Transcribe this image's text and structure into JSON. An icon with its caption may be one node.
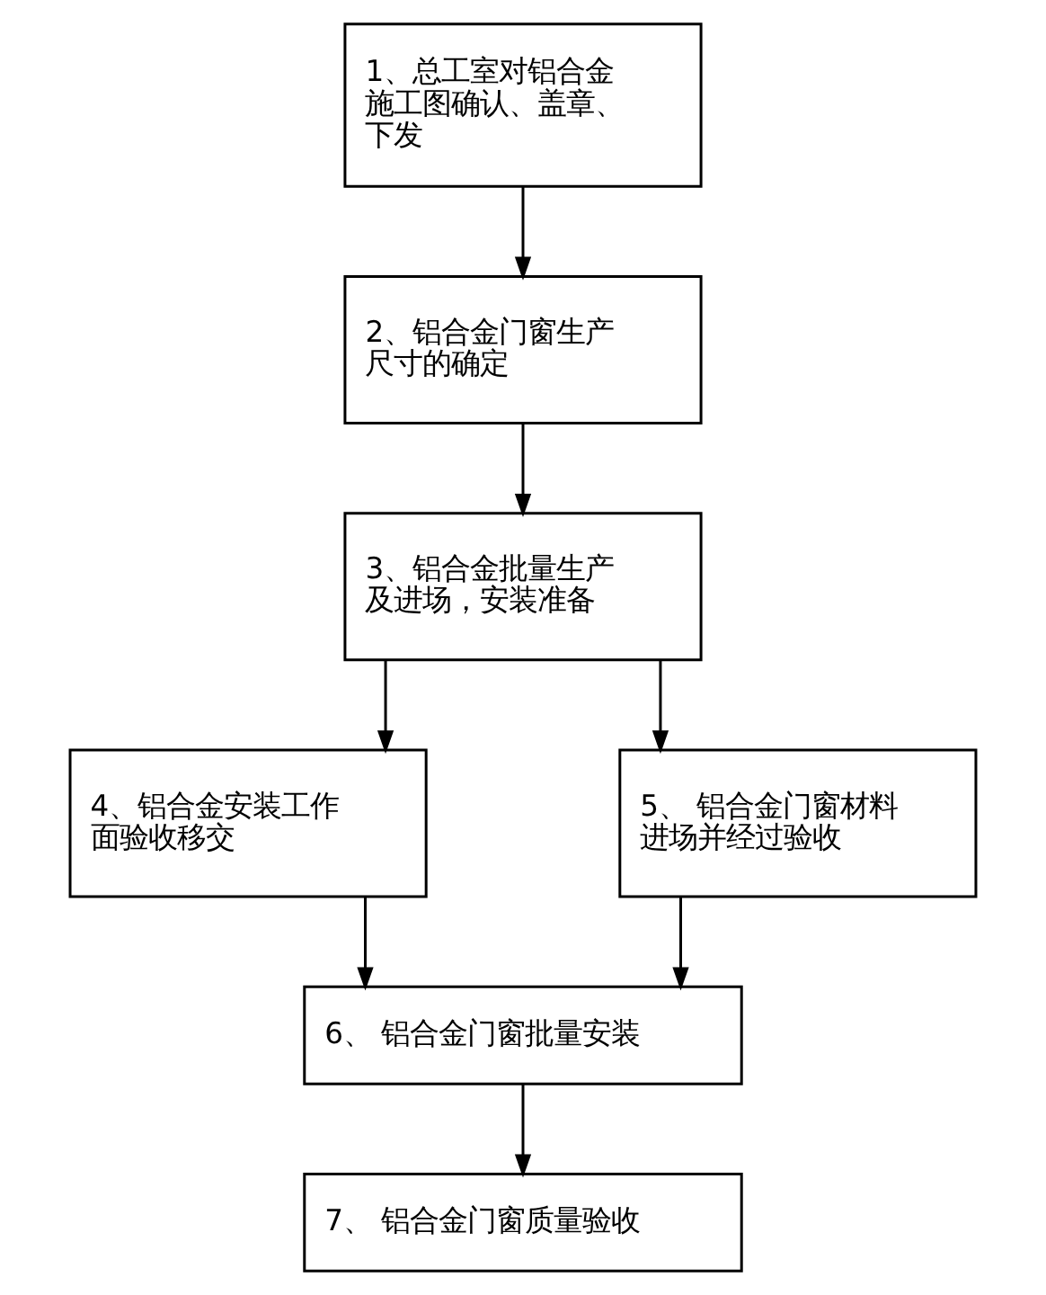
{
  "diagram": {
    "nodes": [
      {
        "text": [
          "1、总工室对铝合金施工图确认、盖章、下发"
        ]
      },
      {
        "text": [
          "2、铝合金门窗生产尺寸的确定"
        ]
      },
      {
        "text": [
          "3、铝合金批量生产及进场，安装准备"
        ]
      },
      {
        "text": [
          "4、铝合金安装工作面验收移交"
        ]
      },
      {
        "text": [
          "5、 铝合金门窗材料进场并经过验收"
        ]
      },
      {
        "text": [
          "6、 铝合金门窗批量安装"
        ]
      },
      {
        "text": [
          "7、 铝合金门窗质量验收"
        ]
      }
    ],
    "edges": [
      {
        "from": 0,
        "to": 1,
        "arrow": "to"
      },
      {
        "from": 1,
        "to": 2,
        "arrow": "to"
      },
      {
        "from": 2,
        "to": 3,
        "arrow": "to"
      },
      {
        "from": 2,
        "to": 4,
        "arrow": "to"
      },
      {
        "from": 3,
        "to": 5,
        "arrow": "to"
      },
      {
        "from": 4,
        "to": 5,
        "arrow": "to"
      },
      {
        "from": 5,
        "to": 6,
        "arrow": "to"
      }
    ]
  }
}
